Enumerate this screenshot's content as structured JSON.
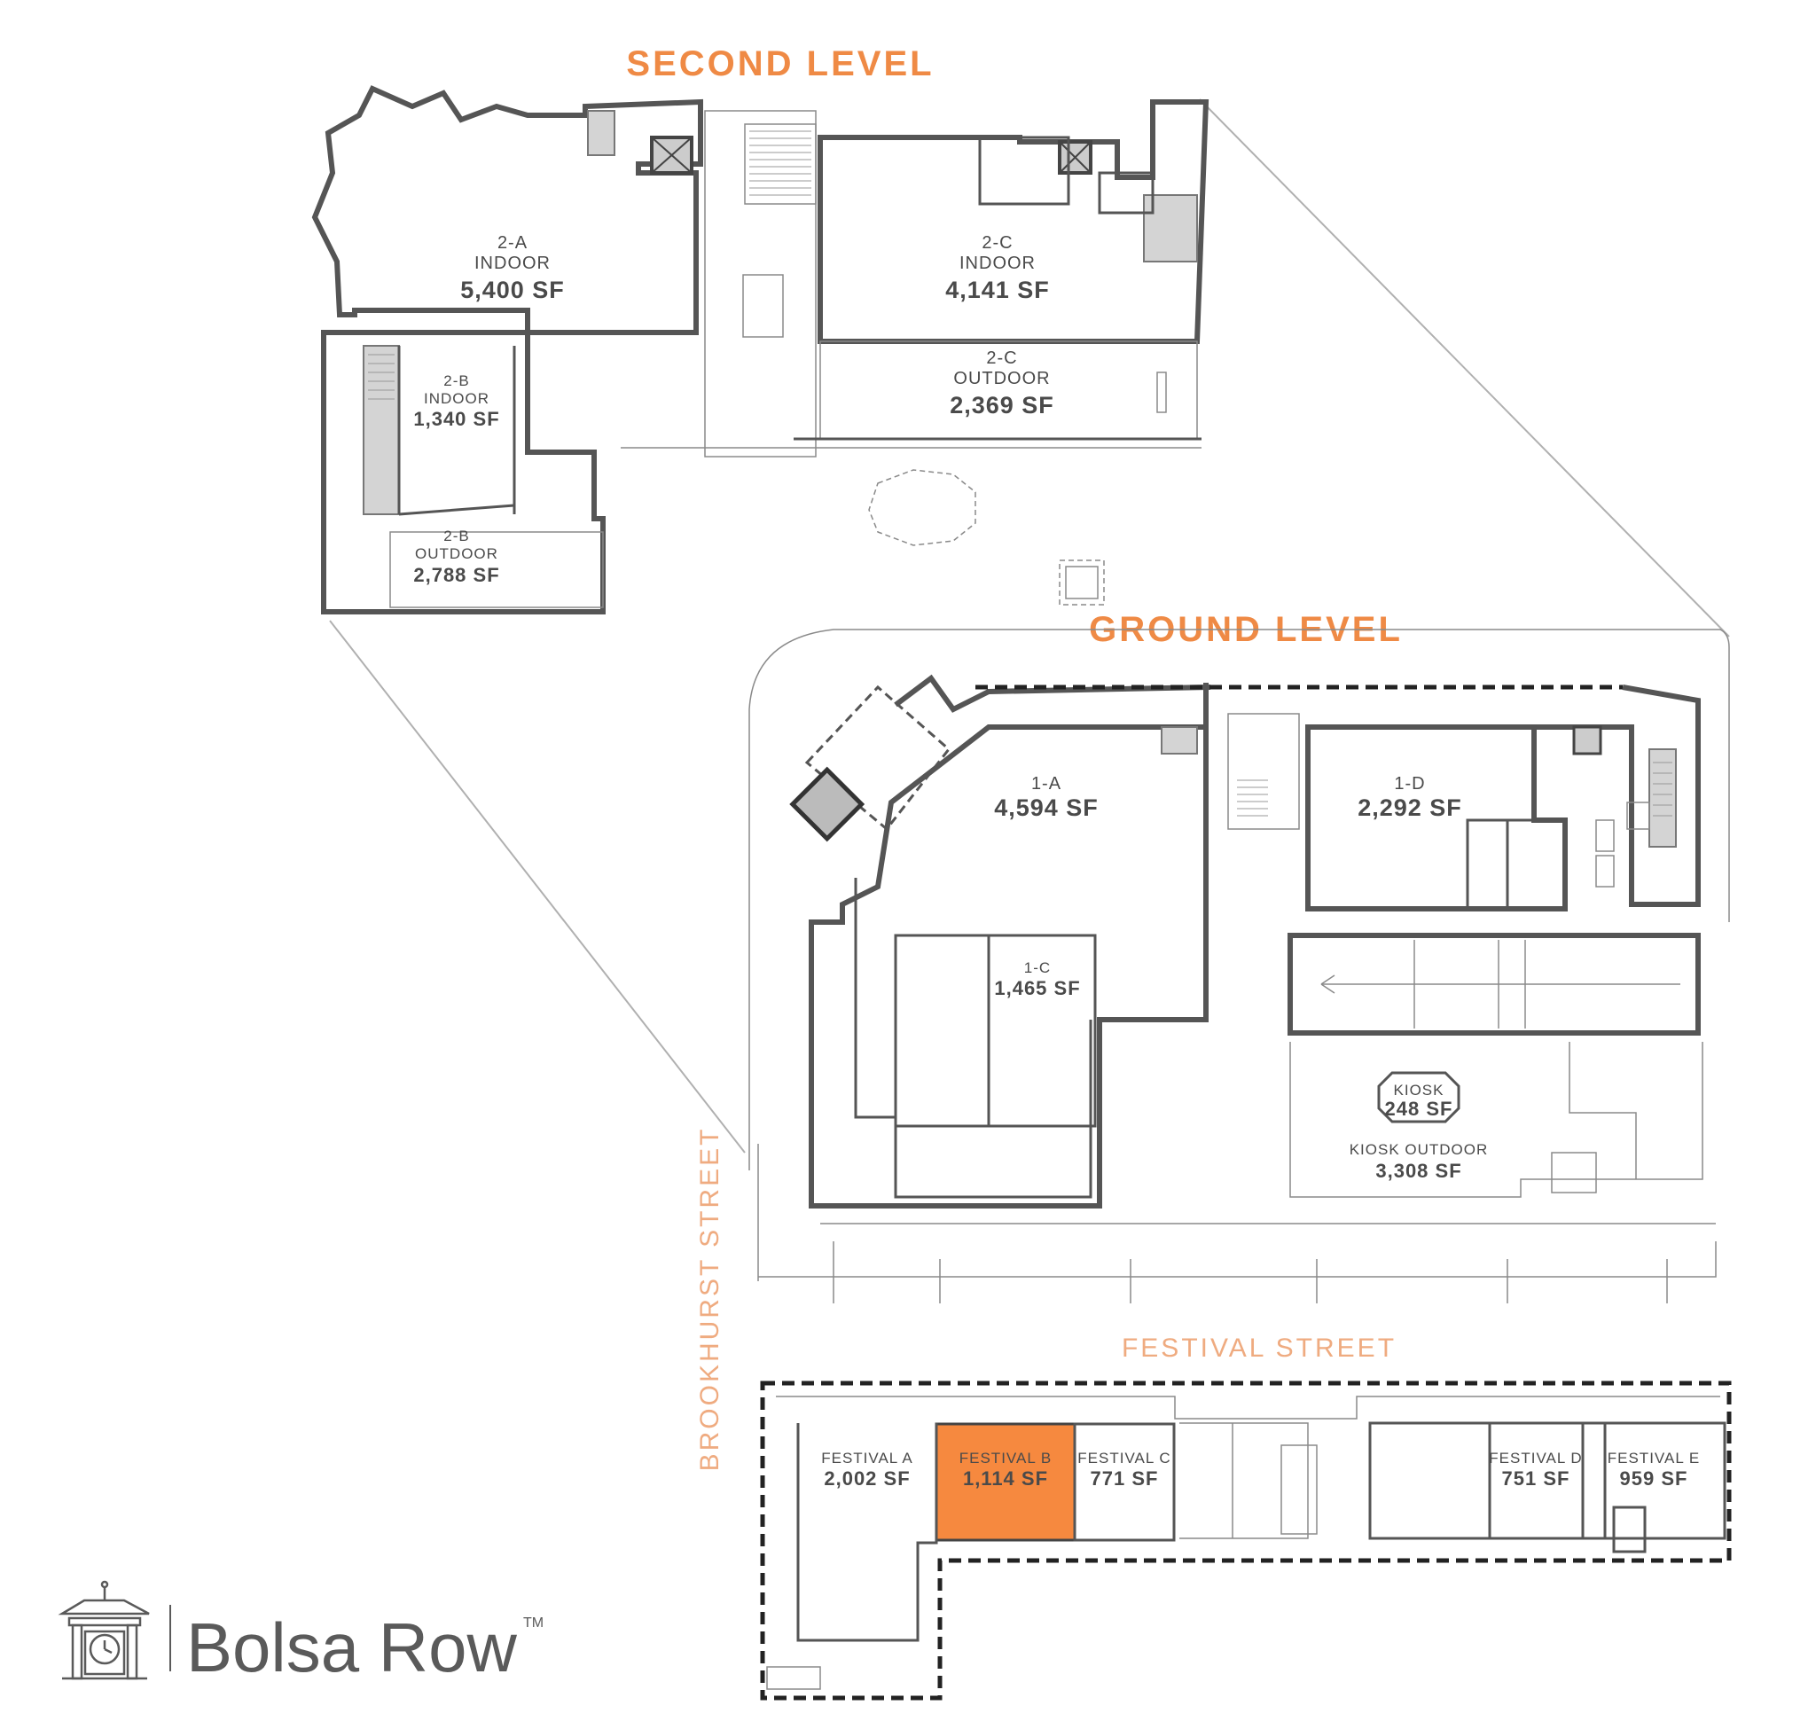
{
  "levels": {
    "second_title": "SECOND LEVEL",
    "ground_title": "GROUND LEVEL"
  },
  "streets": {
    "brookhurst": "BROOKHURST STREET",
    "festival": "FESTIVAL STREET"
  },
  "units_second": [
    {
      "id": "2a",
      "name_lines": [
        "2-A",
        "INDOOR"
      ],
      "sf": "5,400 SF"
    },
    {
      "id": "2c-in",
      "name_lines": [
        "2-C",
        "INDOOR"
      ],
      "sf": "4,141 SF"
    },
    {
      "id": "2c-out",
      "name_lines": [
        "2-C",
        "OUTDOOR"
      ],
      "sf": "2,369 SF"
    },
    {
      "id": "2b-in",
      "name_lines": [
        "2-B",
        "INDOOR"
      ],
      "sf": "1,340 SF"
    },
    {
      "id": "2b-out",
      "name_lines": [
        "2-B",
        "OUTDOOR"
      ],
      "sf": "2,788 SF"
    }
  ],
  "units_ground": [
    {
      "id": "1a",
      "name_lines": [
        "1-A"
      ],
      "sf": "4,594 SF"
    },
    {
      "id": "1d",
      "name_lines": [
        "1-D"
      ],
      "sf": "2,292 SF"
    },
    {
      "id": "1c",
      "name_lines": [
        "1-C"
      ],
      "sf": "1,465 SF"
    },
    {
      "id": "kiosk",
      "name_lines": [
        "KIOSK"
      ],
      "sf": "248 SF"
    },
    {
      "id": "kiosk-out",
      "name_lines": [
        "KIOSK OUTDOOR"
      ],
      "sf": "3,308 SF"
    }
  ],
  "units_festival": [
    {
      "id": "fa",
      "name": "FESTIVAL A",
      "sf": "2,002 SF",
      "highlighted": false
    },
    {
      "id": "fb",
      "name": "FESTIVAL B",
      "sf": "1,114 SF",
      "highlighted": true
    },
    {
      "id": "fc",
      "name": "FESTIVAL C",
      "sf": "771 SF",
      "highlighted": false
    },
    {
      "id": "fd",
      "name": "FESTIVAL D",
      "sf": "751 SF",
      "highlighted": false
    },
    {
      "id": "fe",
      "name": "FESTIVAL E",
      "sf": "959 SF",
      "highlighted": false
    }
  ],
  "colors": {
    "accent": "#ef8a45",
    "street_label": "#efab80",
    "highlight": "#f6893f",
    "wall": "#555555"
  },
  "logo": {
    "brand": "Bolsa Row",
    "trademark": "TM",
    "icon": "clock-tower-icon"
  }
}
